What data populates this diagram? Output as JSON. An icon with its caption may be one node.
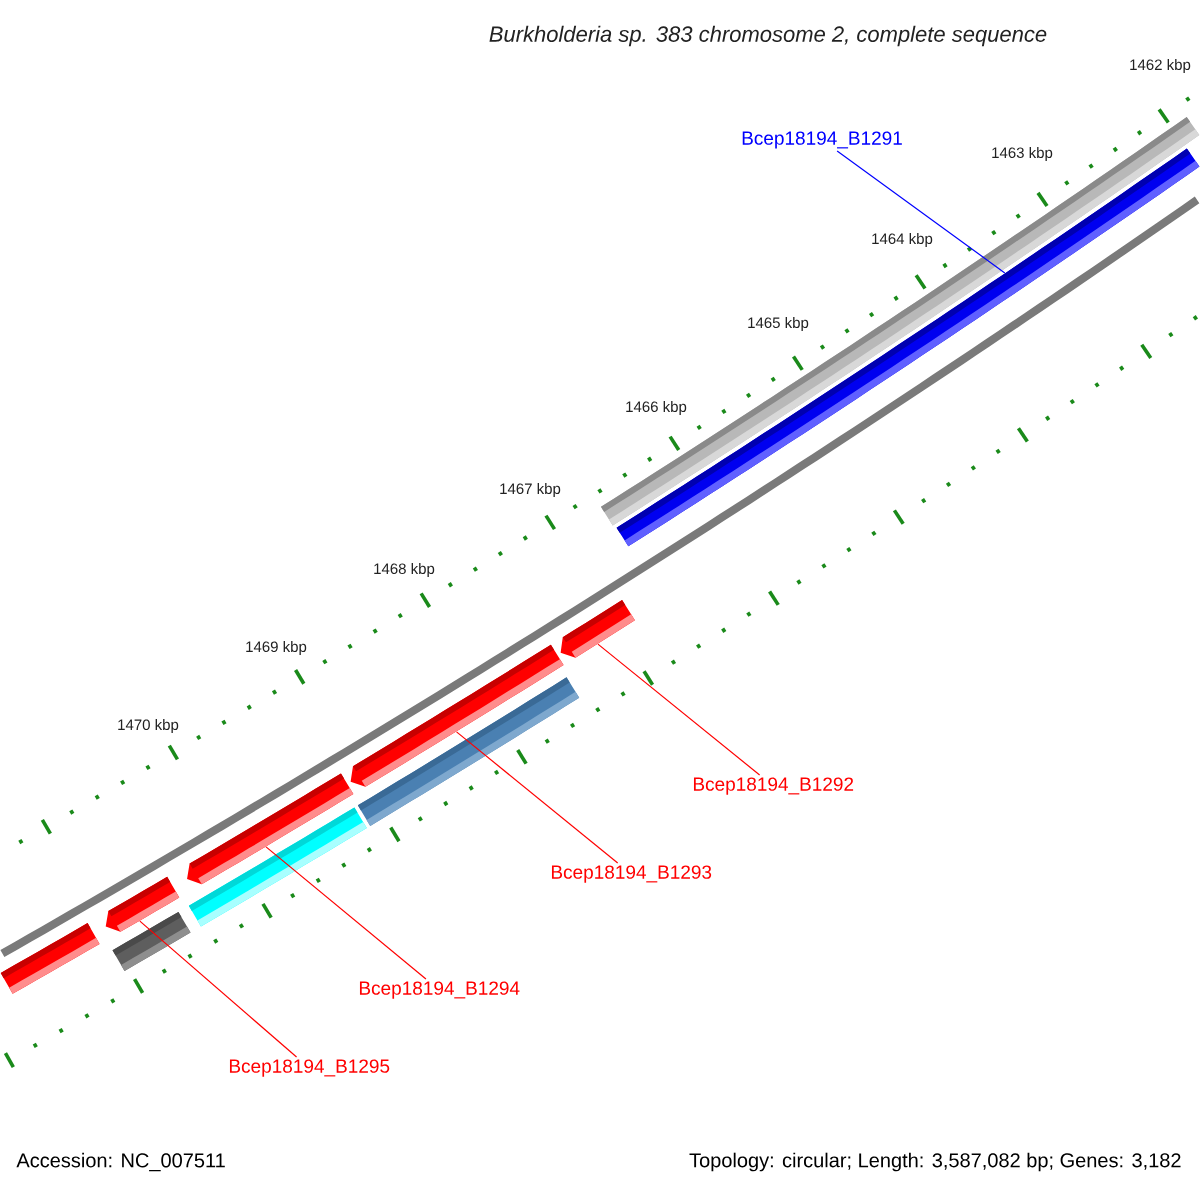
{
  "diagram": {
    "title": "Burkholderia sp. 383 chromosome 2, complete sequence",
    "nodes": [
      {
        "text": [
          "Bcep18194_B1291"
        ]
      },
      {
        "text": [],
        "shape": "bar"
      },
      {
        "text": [
          "Bcep18194_B1292"
        ]
      },
      {
        "text": [],
        "shape": "bar"
      },
      {
        "text": [
          "Bcep18194_B1293"
        ]
      },
      {
        "text": [],
        "shape": "bar"
      },
      {
        "text": [
          "Bcep18194_B1294"
        ]
      },
      {
        "text": [],
        "shape": "bar"
      },
      {
        "text": [
          "Bcep18194_B1295"
        ]
      },
      {
        "text": [],
        "shape": "bar"
      }
    ],
    "edges": [
      {
        "from": 0,
        "to": 1,
        "arrow": "none",
        "color": "#0000ff"
      },
      {
        "from": 2,
        "to": 3,
        "arrow": "none"
      },
      {
        "from": 4,
        "to": 5,
        "arrow": "none"
      },
      {
        "from": 6,
        "to": 7,
        "arrow": "none"
      },
      {
        "from": 8,
        "to": 9,
        "arrow": "none"
      }
    ],
    "labels": [
      "1462 kbp",
      "1463 kbp",
      "1464 kbp",
      "1465 kbp",
      "1466 kbp",
      "1467 kbp",
      "1468 kbp",
      "1469 kbp",
      "1470 kbp",
      "Accession: NC_007511",
      "Topology: circular; Length: 3,587,082 bp; Genes: 3,182"
    ]
  }
}
